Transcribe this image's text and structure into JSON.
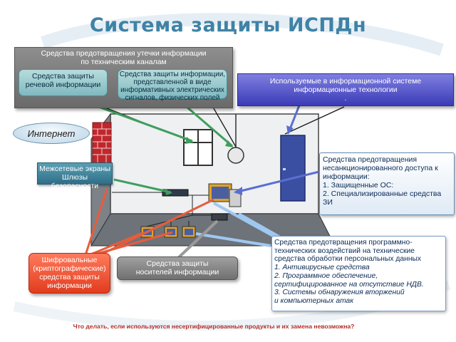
{
  "title": "Система защиты ИСПДн",
  "leak_panel": {
    "head_line1": "Средства предотвращения утечки информации",
    "head_line2": "по техническим каналам",
    "speech_line1": "Средства защиты",
    "speech_line2": "речевой информации",
    "pemin_line1": "Средства защиты информации,",
    "pemin_line2": "представленной в виде",
    "pemin_line3": "информативных электрических",
    "pemin_line4": "сигналов, физических полей"
  },
  "it_box": {
    "line1": "Используемые в информационной системе",
    "line2": "информационные технологии",
    "line3": "."
  },
  "internet_label": "Интернет",
  "firewall": {
    "line1": "Межсетевые экраны",
    "line2": "Шлюзы безопасности"
  },
  "nsd": {
    "line1": "Средства предотвращения",
    "line2": "несанкционированного доступа  к",
    "line3": "информации:",
    "line4": "1. Защищенные ОС:",
    "line5": "2. Специализированные средства",
    "line6": "ЗИ"
  },
  "crypto": {
    "line1": "Шифровальные",
    "line2": "(криптографические)",
    "line3": "средства защиты",
    "line4": "информации"
  },
  "media": {
    "line1": "Средства защиты",
    "line2": "носителей информации"
  },
  "pv": {
    "line1": "Средства предотвращения программно-",
    "line2": "технических воздействий на технические",
    "line3": "средства обработки персональных данных",
    "line4": "1.       Антивирусные средства",
    "line5": "2. Программное обеспечение,",
    "line6": "сертифицированное на отсутствие НДВ.",
    "line7": "3. Системы обнаружения вторжений",
    "line8": "и компьютерных атак"
  },
  "question": "Что делать, если используются несертифицированные продукты и их замена невозможна?",
  "colors": {
    "title": "#3e83a6",
    "gray_panel": "#7a7a7a",
    "teal": "#8cc3c9",
    "blue_panel": "#4a4ac6",
    "crypto": "#ea4a2a",
    "question": "#b0302a"
  }
}
